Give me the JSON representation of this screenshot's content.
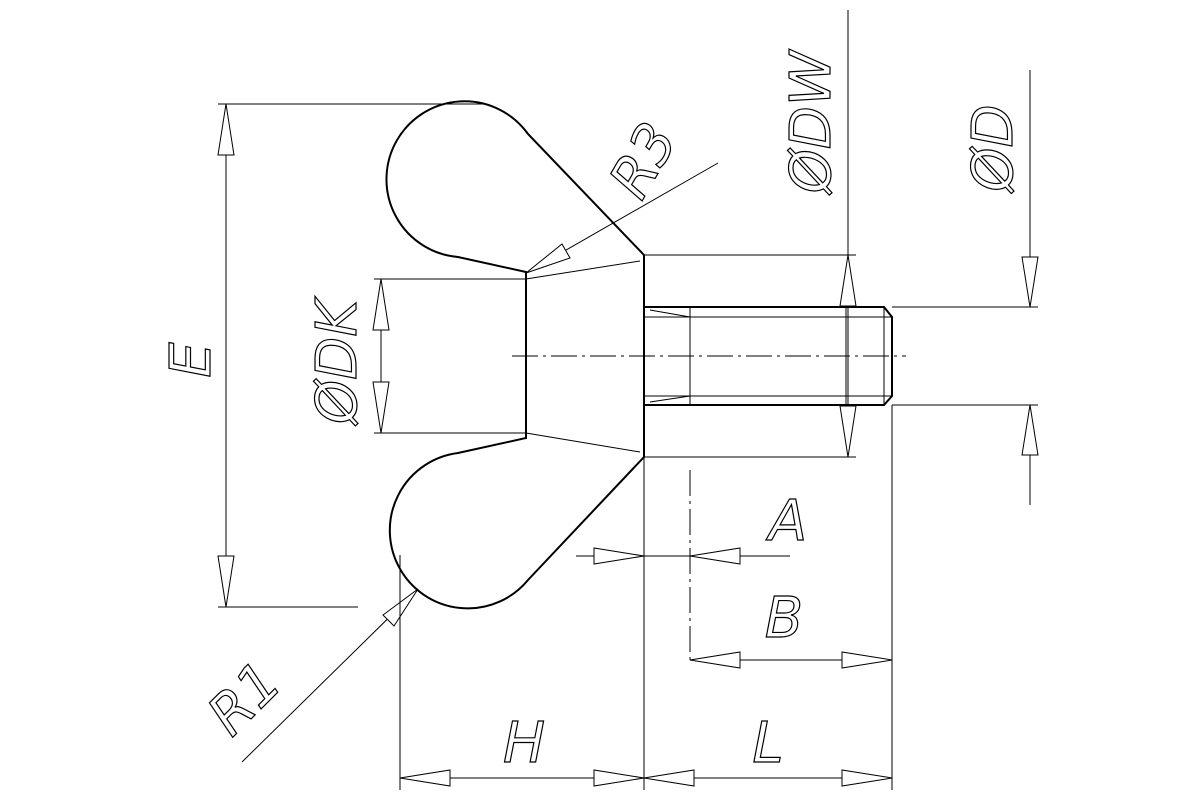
{
  "drawing": {
    "labels": {
      "E": "E",
      "DK": "ØDK",
      "R3": "R3",
      "DW": "ØDW",
      "D": "ØD",
      "A": "A",
      "B": "B",
      "R1": "R1",
      "H": "H",
      "L": "L"
    }
  }
}
